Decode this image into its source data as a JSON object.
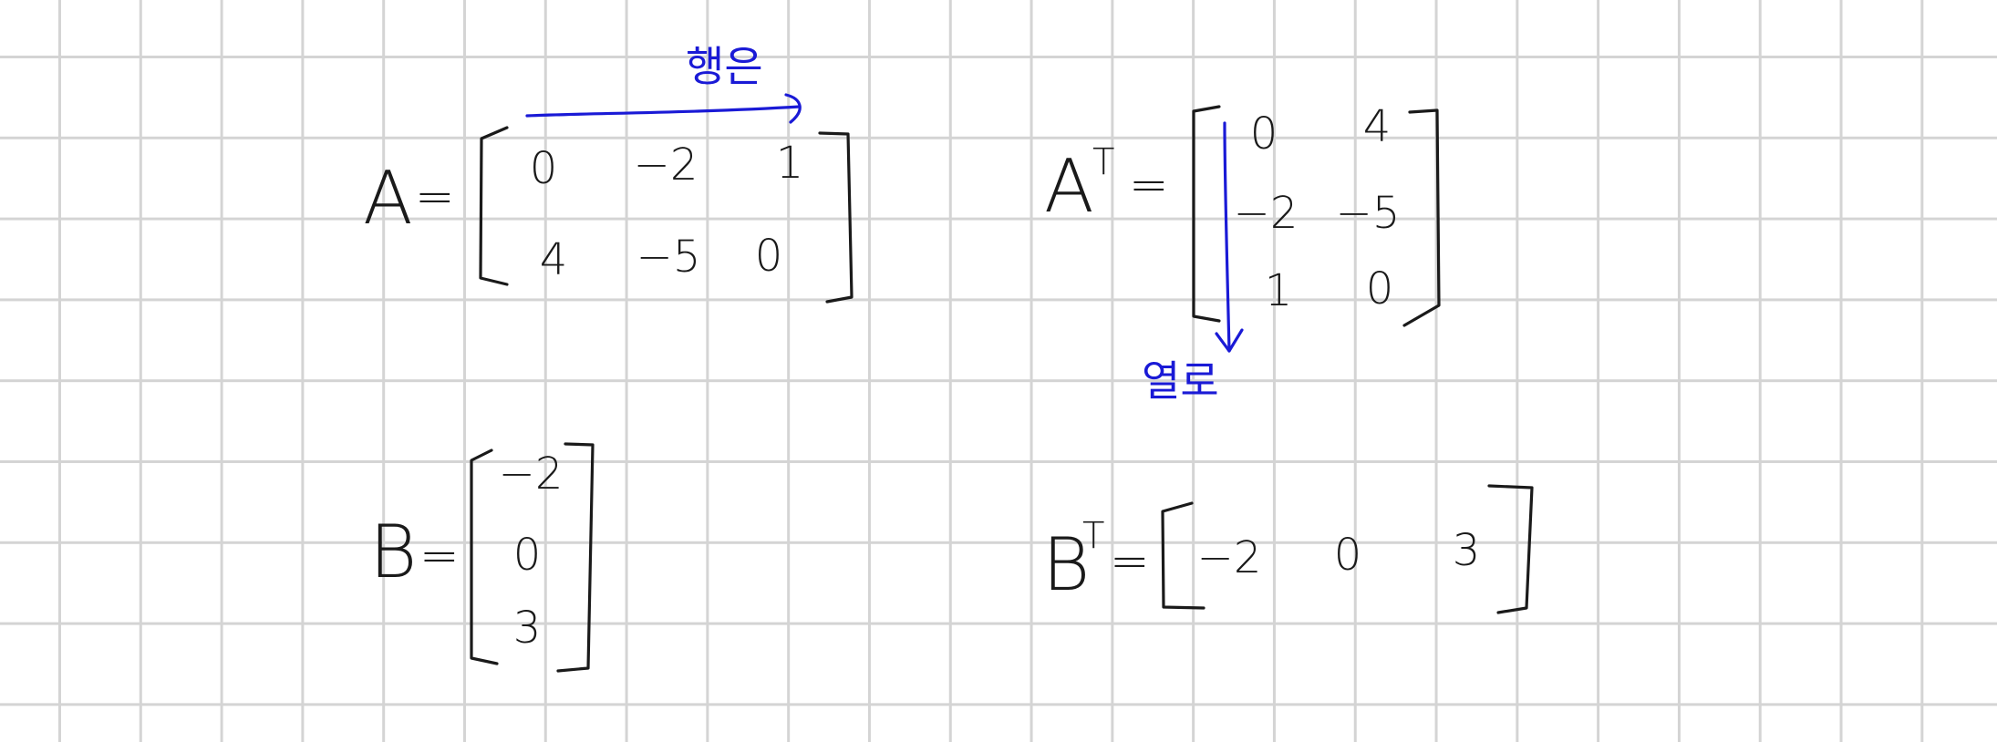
{
  "matrices": {
    "A": {
      "name": "A",
      "equals": "=",
      "rows": [
        [
          "0",
          "−2",
          "1"
        ],
        [
          "4",
          "−5",
          "0"
        ]
      ],
      "annotation": "행은"
    },
    "AT": {
      "name": "A",
      "superscript": "T",
      "equals": "=",
      "rows": [
        [
          "0",
          "4"
        ],
        [
          "−2",
          "−5"
        ],
        [
          "1",
          "0"
        ]
      ],
      "annotation": "열로"
    },
    "B": {
      "name": "B",
      "equals": "=",
      "rows": [
        [
          "−2"
        ],
        [
          "0"
        ],
        [
          "3"
        ]
      ]
    },
    "BT": {
      "name": "B",
      "superscript": "T",
      "equals": "=",
      "rows": [
        [
          "−2",
          "0",
          "3"
        ]
      ]
    }
  },
  "colors": {
    "ink": "#1a1a1a",
    "annotation_ink": "#1a1ad6",
    "grid": "#d4d4d4",
    "paper": "#ffffff"
  }
}
